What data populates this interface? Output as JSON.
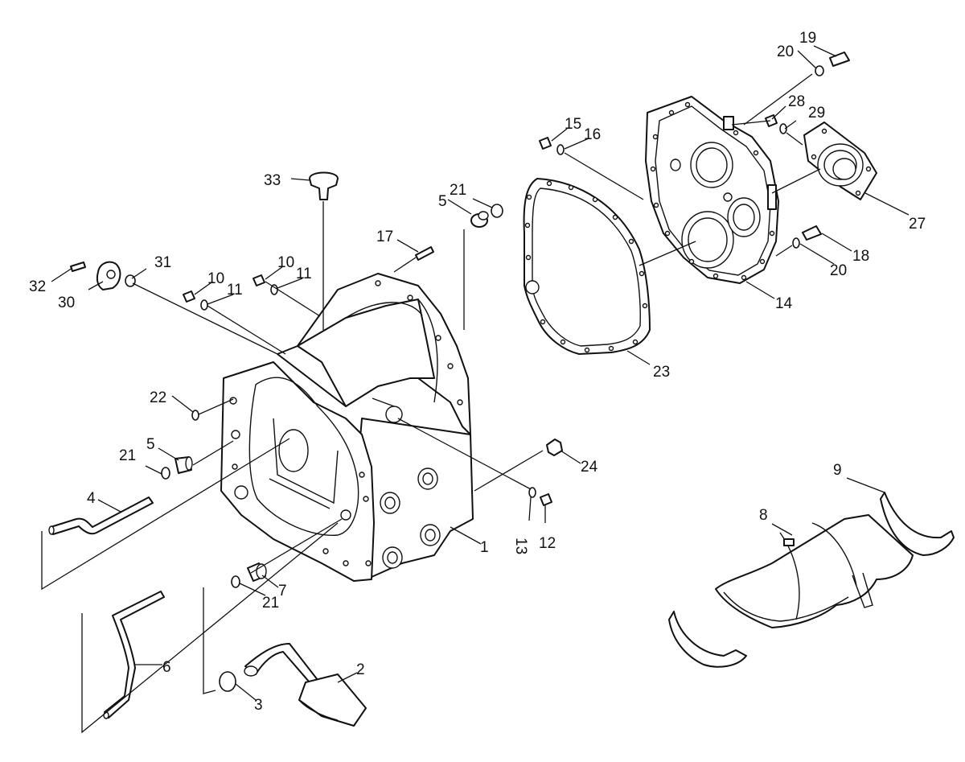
{
  "callouts": {
    "c1": "1",
    "c2": "2",
    "c3": "3",
    "c4": "4",
    "c5a": "5",
    "c5b": "5",
    "c6": "6",
    "c7": "7",
    "c8": "8",
    "c9": "9",
    "c10a": "10",
    "c10b": "10",
    "c11a": "11",
    "c11b": "11",
    "c12": "12",
    "c13": "13",
    "c14": "14",
    "c15": "15",
    "c16": "16",
    "c17": "17",
    "c18": "18",
    "c19": "19",
    "c20a": "20",
    "c20b": "20",
    "c21a": "21",
    "c21b": "21",
    "c21c": "21",
    "c22": "22",
    "c23": "23",
    "c24": "24",
    "c27": "27",
    "c28": "28",
    "c29": "29",
    "c30": "30",
    "c31": "31",
    "c32": "32",
    "c33": "33"
  },
  "colors": {
    "line": "#111111",
    "background": "#ffffff"
  }
}
